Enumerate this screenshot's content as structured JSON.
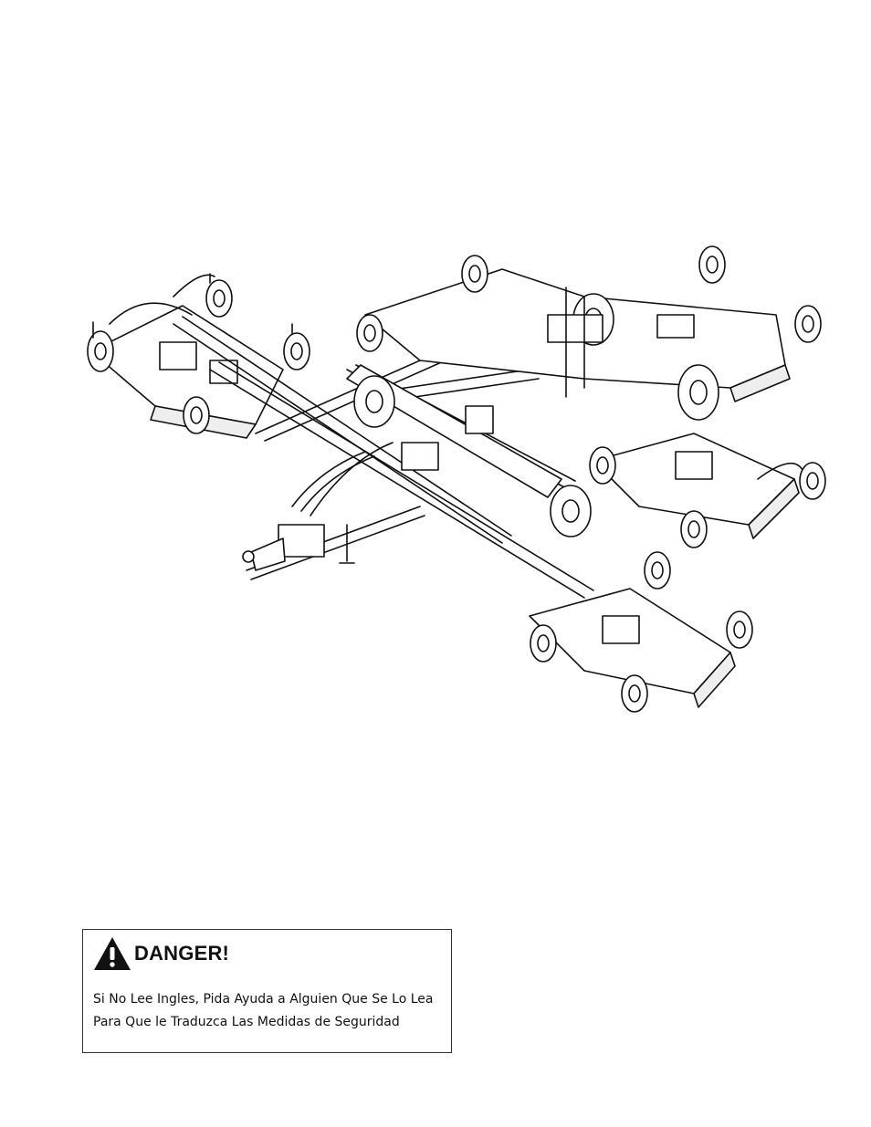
{
  "illustration": {
    "subject": "mower-illustration"
  },
  "warning": {
    "icon": "warning-triangle-icon",
    "title": "DANGER!",
    "lines": [
      "Si No Lee Ingles, Pida Ayuda a Alguien Que Se Lo Lea",
      "Para Que le Traduzca Las Medidas de Seguridad"
    ]
  }
}
